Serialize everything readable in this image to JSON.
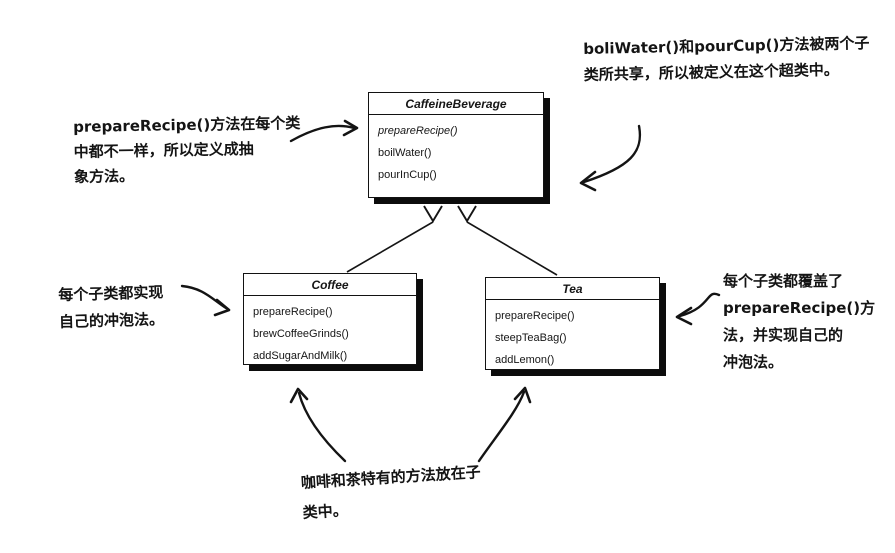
{
  "diagram": {
    "kind": "uml-class-diagram",
    "classes": [
      {
        "name": "CaffeineBeverage",
        "abstract": true,
        "methods": [
          "prepareRecipe()",
          "boilWater()",
          "pourInCup()"
        ]
      },
      {
        "name": "Coffee",
        "abstract": false,
        "methods": [
          "prepareRecipe()",
          "brewCoffeeGrinds()",
          "addSugarAndMilk()"
        ]
      },
      {
        "name": "Tea",
        "abstract": false,
        "methods": [
          "prepareRecipe()",
          "steepTeaBag()",
          "addLemon()"
        ]
      }
    ],
    "relationships": [
      {
        "from": "Coffee",
        "to": "CaffeineBeverage",
        "type": "generalization"
      },
      {
        "from": "Tea",
        "to": "CaffeineBeverage",
        "type": "generalization"
      }
    ],
    "annotations": {
      "prepare_recipe_note": "prepareRecipe()方法在每个类\n中都不一样，所以定义成抽\n象方法。",
      "shared_methods_note": "boliWater()和pourCup()方法被两个子\n类所共享，所以被定义在这个超类中。",
      "subclass_impl_note": "每个子类都实现\n自己的冲泡法。",
      "override_note": "每个子类都覆盖了\nprepareRecipe()方\n法，并实现自己的\n冲泡法。",
      "specific_methods_note": "咖啡和茶特有的方法放在子\n类中。"
    },
    "colors": {
      "ink": "#141414",
      "paper": "#ffffff"
    }
  }
}
